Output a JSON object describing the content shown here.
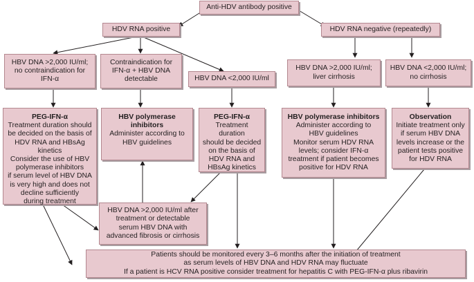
{
  "nodes": {
    "root": {
      "text": "Anti-HDV antibody positive"
    },
    "rna_pos": {
      "text": "HDV RNA positive"
    },
    "rna_neg": {
      "text": "HDV RNA negative (repeatedly)"
    },
    "cond_high_dna": {
      "text": "HBV DNA >2,000 IU/ml;\nno contraindication for\nIFN-α"
    },
    "cond_contra": {
      "text": "Contraindication for\nIFN-α + HBV DNA\ndetectable"
    },
    "cond_low_dna": {
      "text": "HBV DNA <2,000 IU/ml"
    },
    "cond_neg_high": {
      "text": "HBV DNA >2,000 IU/ml;\nliver cirrhosis"
    },
    "cond_neg_low": {
      "text": "HBV DNA <2,000 IU/ml;\nno cirrhosis"
    },
    "tx_peg_long": {
      "title": "PEG-IFN-α",
      "body": "Treatment duration should\nbe decided on the basis of\nHDV RNA and HBsAg\nkinetics\nConsider the use of HBV\npolymerase inhibitors\nif serum level of HBV DNA\nis very high and does not\ndecline sufficiently\nduring treatment"
    },
    "tx_polymerase": {
      "title": "HBV polymerase\ninhibitors",
      "body": "Administer according to\nHBV guidelines"
    },
    "tx_peg_short": {
      "title": "PEG-IFN-α",
      "body": "Treatment duration\nshould be decided\non the basis of\nHDV RNA and\nHBsAg kinetics"
    },
    "tx_polymerase_monitor": {
      "title": "HBV polymerase inhibitors",
      "body": "Administer according to\nHBV guidelines\nMonitor serum HDV RNA\nlevels; consider IFN-α\ntreatment if patient becomes\npositive for HDV RNA"
    },
    "tx_observation": {
      "title": "Observation",
      "body": "Initiate treatment only\nif serum HBV DNA\nlevels increase or the\npatient tests positive\nfor HDV RNA"
    },
    "after_treatment": {
      "text": "HBV DNA >2,000 IU/ml after\ntreatment or detectable\nserum HBV DNA with\nadvanced fibrosis or cirrhosis"
    },
    "monitoring": {
      "text": "Patients should be monitored every 3–6 months after the initiation of treatment\nas serum levels of HBV DNA and HDV RNA may fluctuate\nIf a patient is HCV RNA positive consider treatment for hepatitis C with PEG-IFN-α plus ribavirin"
    }
  },
  "colors": {
    "box_fill": "#e8c9cf",
    "box_border": "#b3878f",
    "arrow": "#231f20",
    "shadow": "#a89ca0"
  }
}
